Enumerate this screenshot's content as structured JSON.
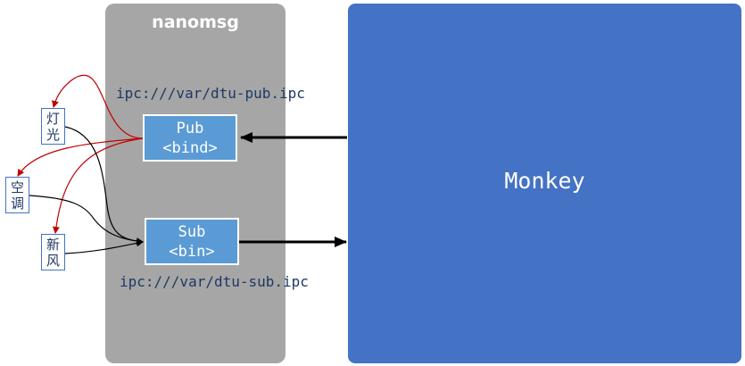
{
  "nanomsg": {
    "title": "nanomsg"
  },
  "monkey": {
    "label": "Monkey"
  },
  "pub": {
    "line1": "Pub",
    "line2": "<bind>",
    "ipc": "ipc:///var/dtu-pub.ipc"
  },
  "sub": {
    "line1": "Sub",
    "line2": "<bin>",
    "ipc": "ipc:///var/dtu-sub.ipc"
  },
  "devices": [
    {
      "line1": "灯",
      "line2": "光"
    },
    {
      "line1": "空",
      "line2": "调"
    },
    {
      "line1": "新",
      "line2": "风"
    }
  ],
  "colors": {
    "nanomsg_panel": "#a6a6a6",
    "monkey_panel": "#4472c4",
    "socket_box": "#5b9bd5",
    "publish_link": "#c00000",
    "subscribe_link": "#000000"
  }
}
